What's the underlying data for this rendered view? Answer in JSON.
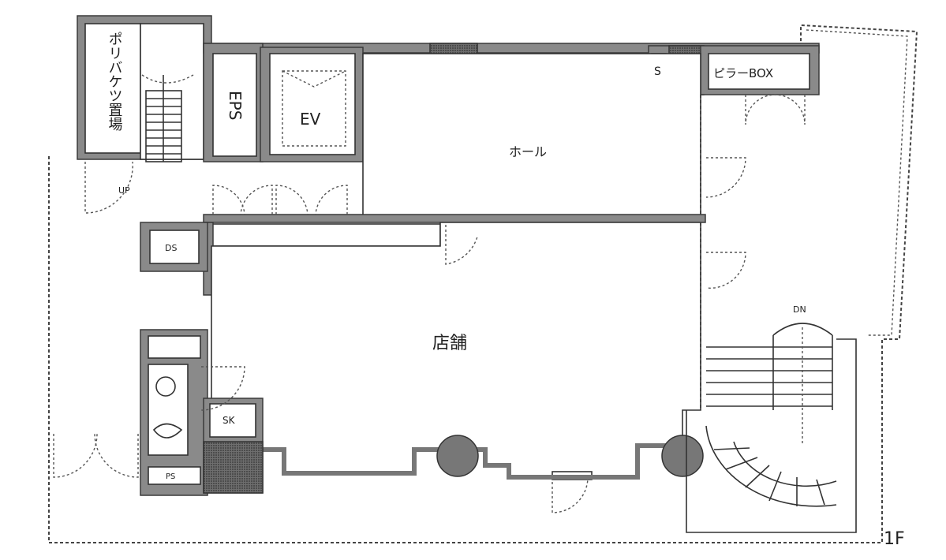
{
  "labels": {
    "poly_bucket": "ポリバケツ置場",
    "eps": "EPS",
    "ev": "EV",
    "hall": "ホール",
    "pillar_box": "ピラーBOX",
    "ps_small": "S",
    "shop": "店舗",
    "ds": "DS",
    "sk": "SK",
    "ps": "PS",
    "up_left": "UP",
    "up_right": "DN",
    "floor": "1F"
  },
  "colors": {
    "wall": "#8a8a8a",
    "line": "#333333"
  }
}
